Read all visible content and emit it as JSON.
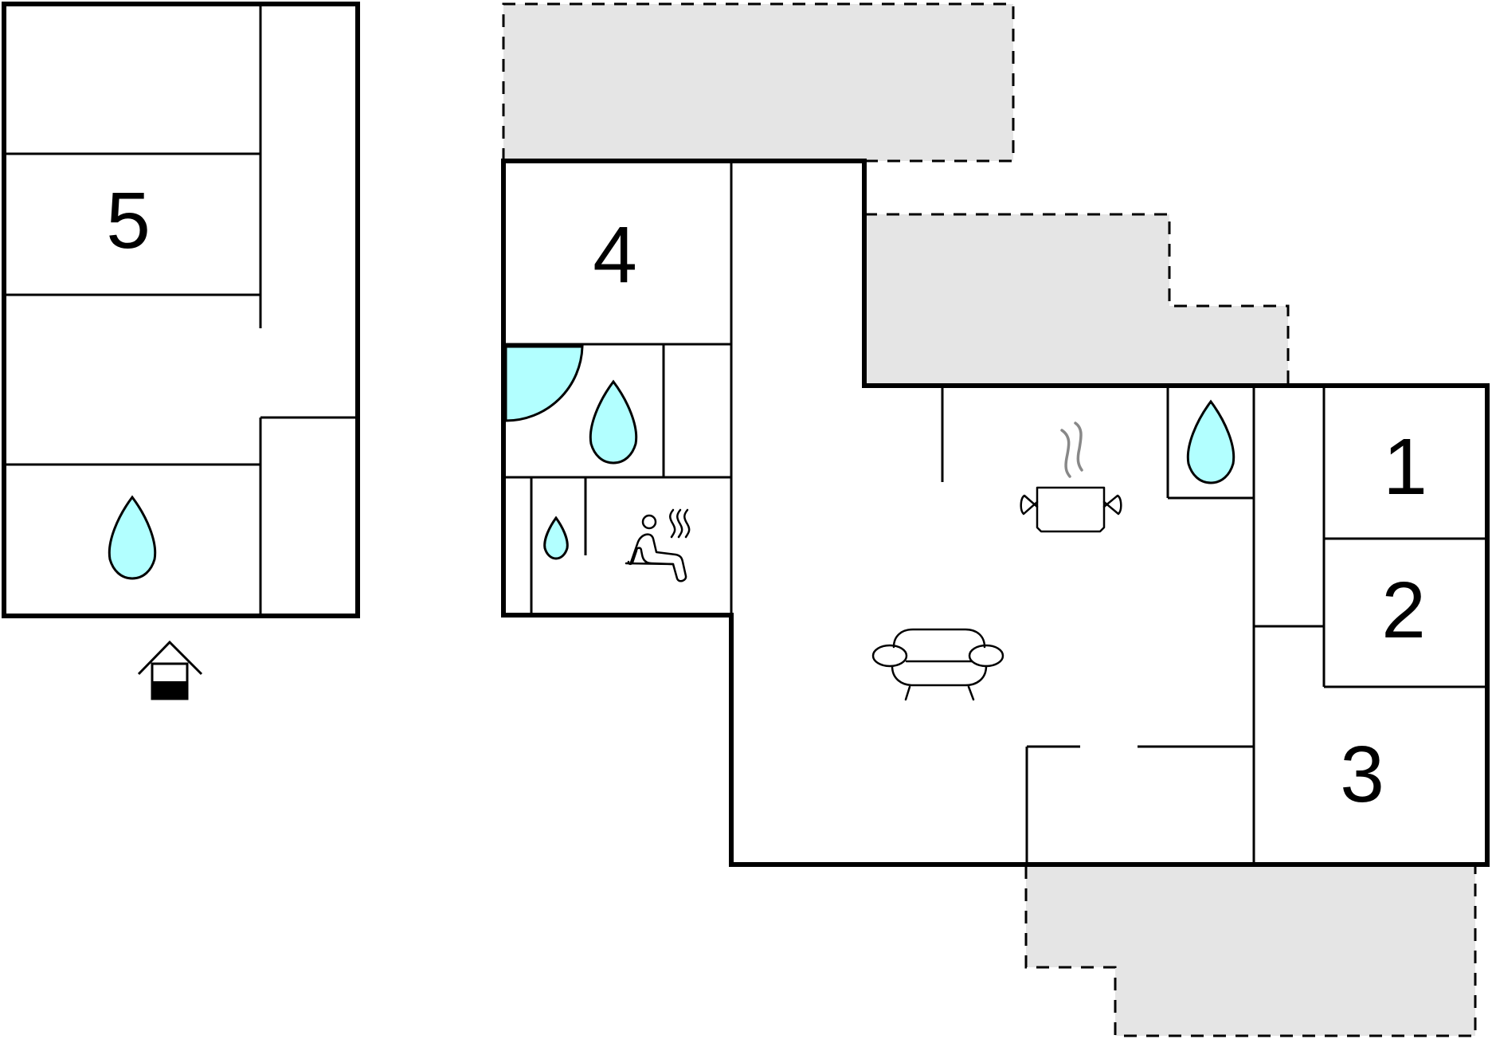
{
  "floorplan": {
    "rooms": [
      {
        "id": "room-1",
        "number": "1"
      },
      {
        "id": "room-2",
        "number": "2"
      },
      {
        "id": "room-3",
        "number": "3"
      },
      {
        "id": "room-4",
        "number": "4"
      },
      {
        "id": "room-5",
        "number": "5"
      }
    ],
    "icons": [
      "water-drop-icon",
      "sauna-icon",
      "kitchen-pot-icon",
      "sofa-icon",
      "house-entrance-icon"
    ],
    "colors": {
      "wall": "#000000",
      "terrace": "#e5e5e5",
      "water": "#b2ffff",
      "steam": "#888888"
    }
  }
}
